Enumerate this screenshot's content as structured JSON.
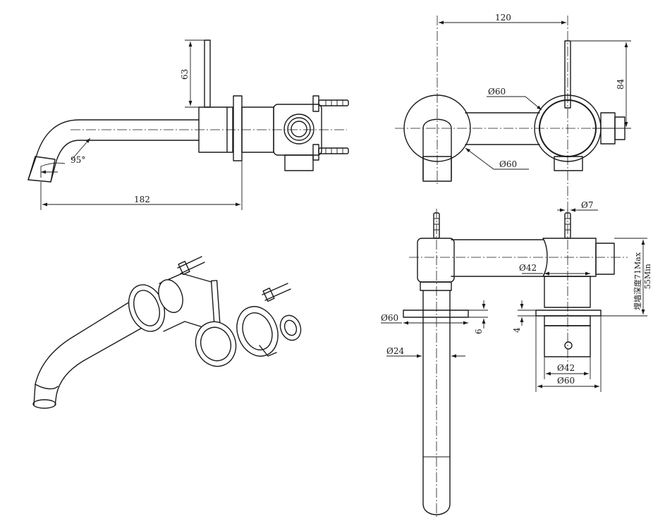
{
  "dimensions": {
    "side_view": {
      "lever_height": "63",
      "spout_angle": "95°",
      "spout_length": "182"
    },
    "front_view": {
      "spacing": "120",
      "height": "84",
      "plate_left": "Ø60",
      "plate_right": "Ø60",
      "lever_diameter": "Ø7"
    },
    "top_view": {
      "body_diameter": "Ø42",
      "wall_depth_max": "埋墙深度71Max",
      "wall_depth_min": "55Min",
      "flange_diameter": "Ø60",
      "flange_thickness_left": "6",
      "flange_thickness_right": "4",
      "spout_diameter": "Ø24",
      "cap_diameter": "Ø42",
      "cap_flange_diameter": "Ø60"
    }
  }
}
